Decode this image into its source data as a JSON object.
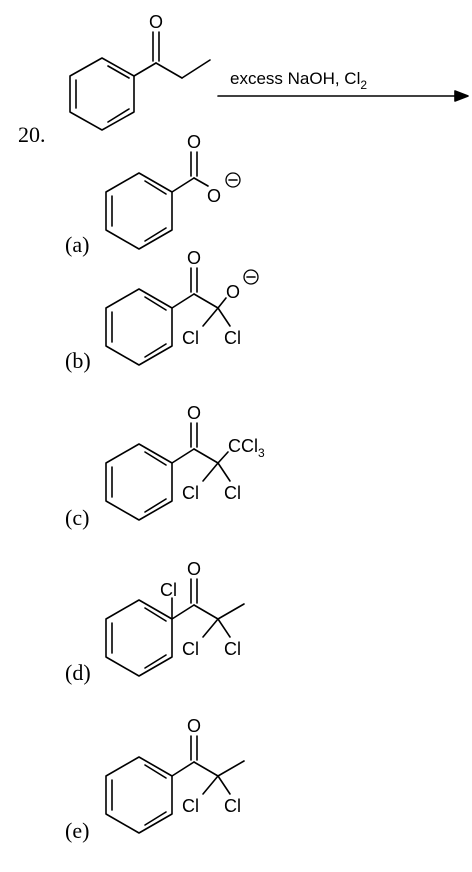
{
  "question": {
    "number": "20.",
    "reagents": {
      "main": "excess NaOH, Cl",
      "subscript": "2"
    }
  },
  "atoms": {
    "oxygen": "O",
    "chlorine": "Cl",
    "ccl3_main": "CCl",
    "ccl3_sub": "3",
    "minus": "⊖"
  },
  "options": [
    {
      "label": "(a)"
    },
    {
      "label": "(b)"
    },
    {
      "label": "(c)"
    },
    {
      "label": "(d)"
    },
    {
      "label": "(e)"
    }
  ]
}
